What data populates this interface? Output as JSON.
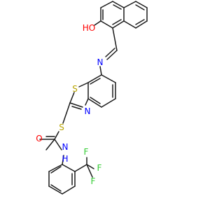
{
  "structure": {
    "atoms": {
      "o_hydroxyl": {
        "label": "HO",
        "color": "#ff0000"
      },
      "n_imine": {
        "label": "N",
        "color": "#0000ff"
      },
      "s_thiazole": {
        "label": "S",
        "color": "#b8a400"
      },
      "n_thiazole": {
        "label": "N",
        "color": "#0000ff"
      },
      "s_thioether": {
        "label": "S",
        "color": "#b8a400"
      },
      "o_carbonyl": {
        "label": "O",
        "color": "#ff0000"
      },
      "nh_amide": {
        "label": "N",
        "color": "#0000ff"
      },
      "h_amide": {
        "label": "H",
        "color": "#0000ff"
      },
      "f1": {
        "label": "F",
        "color": "#33cc33"
      },
      "f2": {
        "label": "F",
        "color": "#33cc33"
      },
      "f3": {
        "label": "F",
        "color": "#33cc33"
      }
    }
  }
}
